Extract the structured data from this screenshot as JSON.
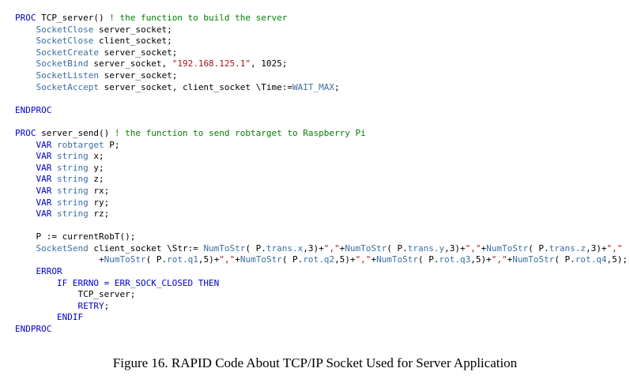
{
  "code_lines": [
    [
      [
        "kw",
        "PROC "
      ],
      [
        "pl",
        "TCP_server() "
      ],
      [
        "cm",
        "! the function to build the server"
      ]
    ],
    [
      [
        "pl",
        "    "
      ],
      [
        "fn",
        "SocketClose"
      ],
      [
        "pl",
        " server_socket;"
      ]
    ],
    [
      [
        "pl",
        "    "
      ],
      [
        "fn",
        "SocketClose"
      ],
      [
        "pl",
        " client_socket;"
      ]
    ],
    [
      [
        "pl",
        "    "
      ],
      [
        "fn",
        "SocketCreate"
      ],
      [
        "pl",
        " server_socket;"
      ]
    ],
    [
      [
        "pl",
        "    "
      ],
      [
        "fn",
        "SocketBind"
      ],
      [
        "pl",
        " server_socket, "
      ],
      [
        "st",
        "\"192.168.125.1\""
      ],
      [
        "pl",
        ", 1025;"
      ]
    ],
    [
      [
        "pl",
        "    "
      ],
      [
        "fn",
        "SocketListen"
      ],
      [
        "pl",
        " server_socket;"
      ]
    ],
    [
      [
        "pl",
        "    "
      ],
      [
        "fn",
        "SocketAccept"
      ],
      [
        "pl",
        " server_socket, client_socket \\Time:="
      ],
      [
        "fn",
        "WAIT_MAX"
      ],
      [
        "pl",
        ";"
      ]
    ],
    [],
    [
      [
        "kw",
        "ENDPROC"
      ]
    ],
    [],
    [
      [
        "kw",
        "PROC "
      ],
      [
        "pl",
        "server_send() "
      ],
      [
        "cm",
        "! the function to send robtarget to Raspberry Pi"
      ]
    ],
    [
      [
        "pl",
        "    "
      ],
      [
        "kw",
        "VAR "
      ],
      [
        "fn",
        "robtarget"
      ],
      [
        "pl",
        " P;"
      ]
    ],
    [
      [
        "pl",
        "    "
      ],
      [
        "kw",
        "VAR "
      ],
      [
        "fn",
        "string"
      ],
      [
        "pl",
        " x;"
      ]
    ],
    [
      [
        "pl",
        "    "
      ],
      [
        "kw",
        "VAR "
      ],
      [
        "fn",
        "string"
      ],
      [
        "pl",
        " y;"
      ]
    ],
    [
      [
        "pl",
        "    "
      ],
      [
        "kw",
        "VAR "
      ],
      [
        "fn",
        "string"
      ],
      [
        "pl",
        " z;"
      ]
    ],
    [
      [
        "pl",
        "    "
      ],
      [
        "kw",
        "VAR "
      ],
      [
        "fn",
        "string"
      ],
      [
        "pl",
        " rx;"
      ]
    ],
    [
      [
        "pl",
        "    "
      ],
      [
        "kw",
        "VAR "
      ],
      [
        "fn",
        "string"
      ],
      [
        "pl",
        " ry;"
      ]
    ],
    [
      [
        "pl",
        "    "
      ],
      [
        "kw",
        "VAR "
      ],
      [
        "fn",
        "string"
      ],
      [
        "pl",
        " rz;"
      ]
    ],
    [],
    [
      [
        "pl",
        "    P := currentRobT();"
      ]
    ],
    [
      [
        "pl",
        "    "
      ],
      [
        "fn",
        "SocketSend"
      ],
      [
        "pl",
        " client_socket \\Str:= "
      ],
      [
        "fn",
        "NumToStr"
      ],
      [
        "pl",
        "( P."
      ],
      [
        "fn",
        "trans.x"
      ],
      [
        "pl",
        ",3)+"
      ],
      [
        "st",
        "\",\""
      ],
      [
        "pl",
        "+"
      ],
      [
        "fn",
        "NumToStr"
      ],
      [
        "pl",
        "( P."
      ],
      [
        "fn",
        "trans.y"
      ],
      [
        "pl",
        ",3)+"
      ],
      [
        "st",
        "\",\""
      ],
      [
        "pl",
        "+"
      ],
      [
        "fn",
        "NumToStr"
      ],
      [
        "pl",
        "( P."
      ],
      [
        "fn",
        "trans.z"
      ],
      [
        "pl",
        ",3)+"
      ],
      [
        "st",
        "\",\""
      ]
    ],
    [
      [
        "pl",
        "                "
      ],
      [
        "pl",
        "+"
      ],
      [
        "fn",
        "NumToStr"
      ],
      [
        "pl",
        "( P."
      ],
      [
        "fn",
        "rot.q1"
      ],
      [
        "pl",
        ",5)+"
      ],
      [
        "st",
        "\",\""
      ],
      [
        "pl",
        "+"
      ],
      [
        "fn",
        "NumToStr"
      ],
      [
        "pl",
        "( P."
      ],
      [
        "fn",
        "rot.q2"
      ],
      [
        "pl",
        ",5)+"
      ],
      [
        "st",
        "\",\""
      ],
      [
        "pl",
        "+"
      ],
      [
        "fn",
        "NumToStr"
      ],
      [
        "pl",
        "( P."
      ],
      [
        "fn",
        "rot.q3"
      ],
      [
        "pl",
        ",5)+"
      ],
      [
        "st",
        "\",\""
      ],
      [
        "pl",
        "+"
      ],
      [
        "fn",
        "NumToStr"
      ],
      [
        "pl",
        "( P."
      ],
      [
        "fn",
        "rot.q4"
      ],
      [
        "pl",
        ",5);"
      ]
    ],
    [
      [
        "pl",
        "    "
      ],
      [
        "kw",
        "ERROR"
      ]
    ],
    [
      [
        "pl",
        "        "
      ],
      [
        "kw",
        "IF ERRNO = ERR_SOCK_CLOSED THEN"
      ]
    ],
    [
      [
        "pl",
        "            TCP_server;"
      ]
    ],
    [
      [
        "pl",
        "            "
      ],
      [
        "kw",
        "RETRY"
      ],
      [
        "pl",
        ";"
      ]
    ],
    [
      [
        "pl",
        "        "
      ],
      [
        "kw",
        "ENDIF"
      ]
    ],
    [
      [
        "kw",
        "ENDPROC"
      ]
    ]
  ],
  "caption": "Figure 16. RAPID Code About TCP/IP Socket Used for Server Application"
}
